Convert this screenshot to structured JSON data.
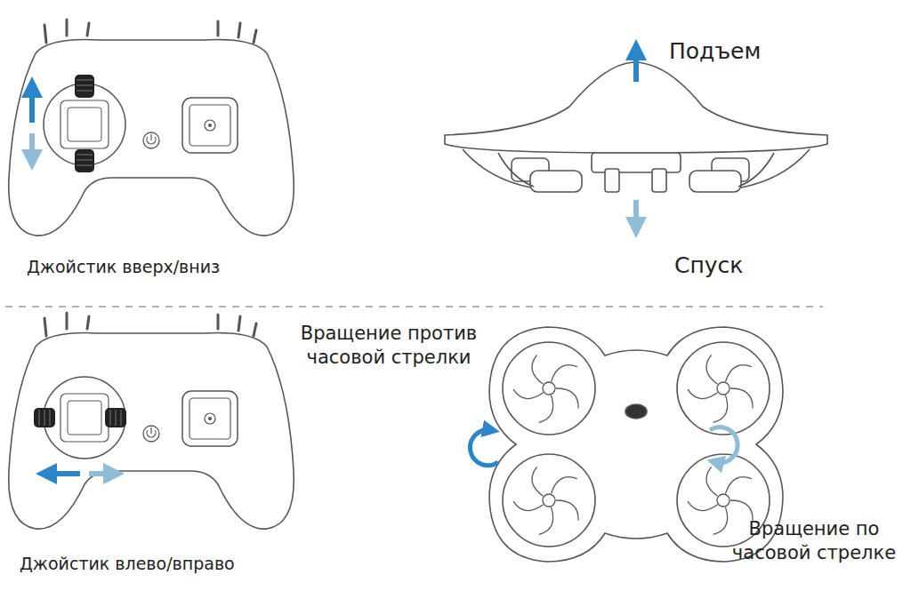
{
  "diagram": {
    "labels": [
      "Джойстик вверх/вниз",
      "Подъем",
      "Спуск",
      "Вращение против часовой стрелки",
      "Вращение по часовой стрелке",
      "Джойстик влево/вправо"
    ]
  }
}
